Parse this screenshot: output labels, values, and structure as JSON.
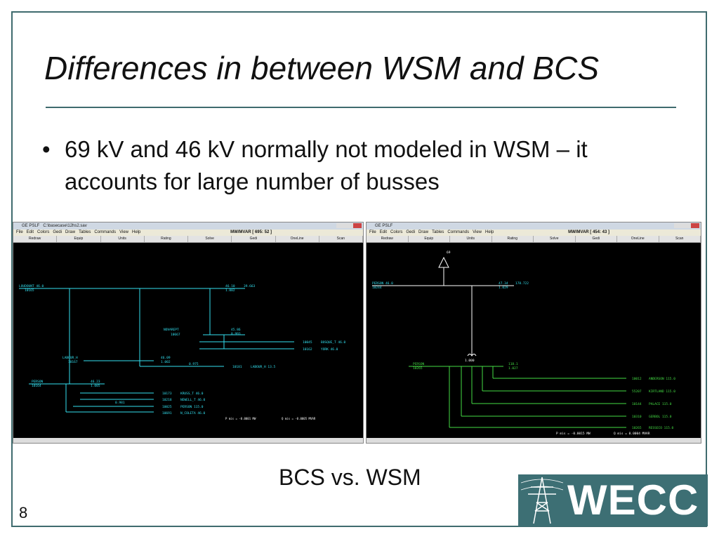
{
  "slide": {
    "title": "Differences in between WSM and BCS",
    "bullet_marker": "•",
    "bullet": "69 kV and 46 kV normally not modeled in WSM – it accounts for large number of busses",
    "caption": "BCS vs. WSM",
    "page_number": "8",
    "logo_text": "WECC"
  },
  "colors": {
    "frame": "#3f6b6e",
    "logo_bg": "#3d6f74",
    "cyan": "#33e0f0",
    "green": "#44dd44"
  },
  "left_window": {
    "title": "GE PSLF",
    "file": "C:\\basecase\\12hs2.sav",
    "menu": [
      "File",
      "Edit",
      "Colors",
      "Gedi",
      "Draw",
      "Tables",
      "Commands",
      "View",
      "Help"
    ],
    "mw_label": "MW/MVAR [  695: 52 ]",
    "buttons": [
      "Redraw",
      "Equip",
      "Units",
      "Rating",
      "Solve",
      "Gedi",
      "OneLine",
      "Scan"
    ],
    "labels": {
      "b1": "LOUDOUNT 46.0",
      "b1n": "10165",
      "b2": "NOVAREPT",
      "b2n": "10667",
      "v2a": "45.86",
      "v2b": "0.993",
      "b3": "LABOUR_H",
      "b3n": "10167",
      "v3a": "46.09",
      "v3b": "1.002",
      "rtop_a": "46.10",
      "rtop_b": "1.002",
      "rtop_c": "39.663",
      "b4": "PERSON",
      "b4n": "10164",
      "v4a": "46.23",
      "v4b": "1.005",
      "r1n": "10045",
      "r1": "BOSQUE_T 46.0",
      "r2n": "10162",
      "r2": "YORK 46.0",
      "r3n": "10181",
      "r3": "LABOUR_H 13.5",
      "r3v": "0.975",
      "r4n": "10173",
      "r4": "KRUSS_T 46.0",
      "r5n": "10218",
      "r5": "NEWELL_T 46.0",
      "r6n": "10025",
      "r6": "PERSON 115.0",
      "r7n": "10691",
      "r7": "N_COLETA 46.0",
      "r7v": "0.981",
      "pmis": "P mis = -0.0001 MW",
      "qmis": "Q mis = -0.0005 MVAR"
    }
  },
  "right_window": {
    "title": "GE PSLF",
    "menu": [
      "File",
      "Edit",
      "Colors",
      "Gedi",
      "Draw",
      "Tables",
      "Commands",
      "View",
      "Help"
    ],
    "mw_label": "MW/MVAR [  454: 43 ]",
    "buttons": [
      "Redraw",
      "Equip",
      "Units",
      "Rating",
      "Solve",
      "Gedi",
      "OneLine",
      "Scan"
    ],
    "labels": {
      "gen": "69",
      "b1": "PERSON 46.0",
      "b1n": "10244",
      "v1a": "47.34",
      "v1b": "1.029",
      "v1c": "178.722",
      "tap": "1.000",
      "b2": "PERSON",
      "b2n": "10265",
      "v2a": "118.1",
      "v2b": "1.027",
      "r1n": "10012",
      "r1": "ANDERSON 115.0",
      "r2n": "55207",
      "r2": "KIRTLAND 115.0",
      "r3n": "10144",
      "r3": "PALACE 115.0",
      "r4n": "10310",
      "r4": "GERBOL 115.0",
      "r5n": "10265",
      "r5": "RESSECO 115.0",
      "pmis": "P mis = -0.0015 MW",
      "qmis": "Q mis = 0.0004 MVAR"
    }
  }
}
